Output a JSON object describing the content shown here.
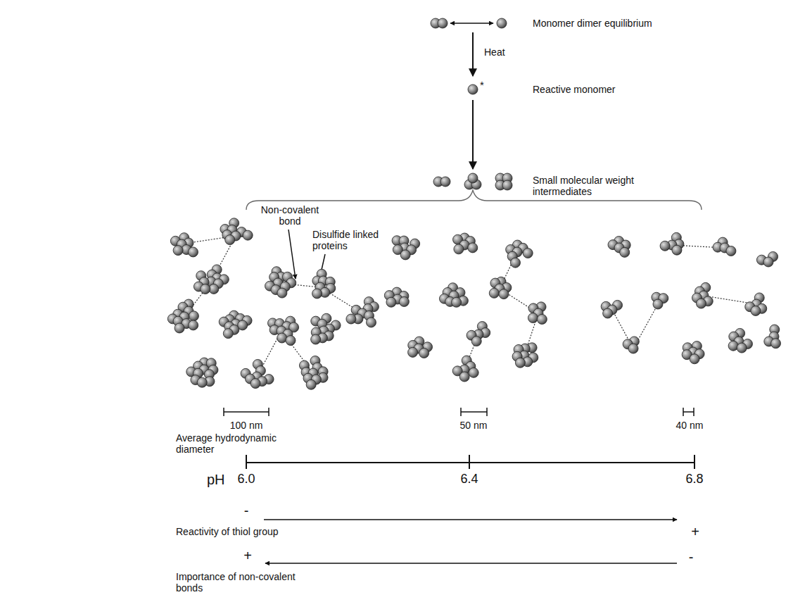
{
  "diagram": {
    "labels": [
      "Monomer dimer equilibrium",
      "Heat",
      "*",
      "Reactive monomer",
      "Small molecular weight intermediates",
      "Non-covalent bond",
      "Disulfide linked proteins",
      "Average hydrodynamic diameter",
      "100 nm",
      "50 nm",
      "40 nm",
      "pH",
      "6.0",
      "6.4",
      "6.8",
      "Reactivity of thiol group",
      "-",
      "+",
      "Importance of non-covalent bonds",
      "+",
      "-"
    ]
  }
}
